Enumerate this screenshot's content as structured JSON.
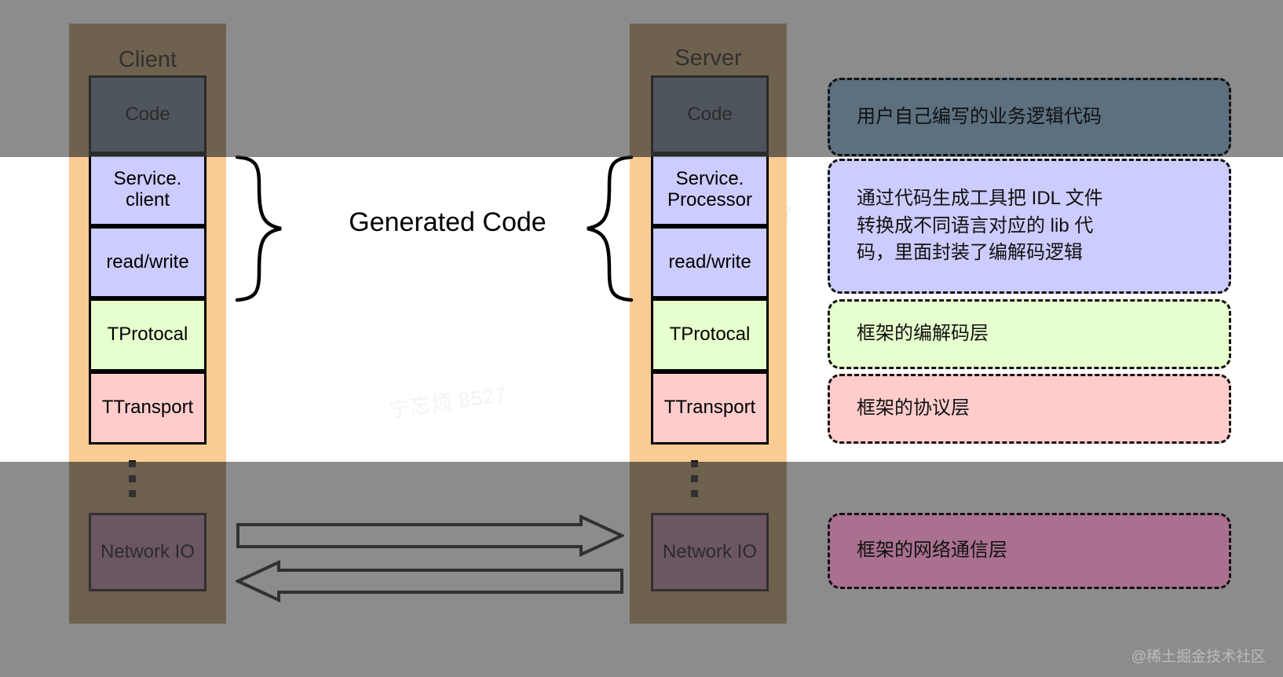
{
  "diagram": {
    "title": "Thrift Client / Server layered architecture",
    "middle_label": "Generated Code",
    "watermark": "@稀土掘金技术社区",
    "faint_watermarks": [
      "宁忘烦 8527",
      "宁忘烦 8527",
      "宁忘烦 8527",
      "宁忘烦 8527",
      "宁忘烦 8527",
      "宁忘烦 8527"
    ],
    "vertical_ellipsis": "⋮"
  },
  "colors": {
    "host_fill": "#b08f5e",
    "host_strip": "#fbcb94",
    "code": "#5c7080",
    "generated": "#ccccff",
    "protocol": "#e6ffcc",
    "transport": "#ffcccc",
    "network": "#a9718f",
    "stroke": "#000000"
  },
  "columns": [
    {
      "id": "client",
      "title": "Client",
      "layers": [
        {
          "name": "code",
          "label": "Code",
          "label2": "",
          "color_key": "code"
        },
        {
          "name": "service",
          "label": "Service.",
          "label2": "client",
          "color_key": "generated"
        },
        {
          "name": "readwrite",
          "label": "read/write",
          "label2": "",
          "color_key": "generated"
        },
        {
          "name": "protocol",
          "label": "TProtocal",
          "label2": "",
          "color_key": "protocol"
        },
        {
          "name": "transport",
          "label": "TTransport",
          "label2": "",
          "color_key": "transport"
        },
        {
          "name": "network",
          "label": "Network IO",
          "label2": "",
          "color_key": "network"
        }
      ]
    },
    {
      "id": "server",
      "title": "Server",
      "layers": [
        {
          "name": "code",
          "label": "Code",
          "label2": "",
          "color_key": "code"
        },
        {
          "name": "service",
          "label": "Service.",
          "label2": "Processor",
          "color_key": "generated"
        },
        {
          "name": "readwrite",
          "label": "read/write",
          "label2": "",
          "color_key": "generated"
        },
        {
          "name": "protocol",
          "label": "TProtocal",
          "label2": "",
          "color_key": "protocol"
        },
        {
          "name": "transport",
          "label": "TTransport",
          "label2": "",
          "color_key": "transport"
        },
        {
          "name": "network",
          "label": "Network IO",
          "label2": "",
          "color_key": "network"
        }
      ]
    }
  ],
  "arrows": [
    {
      "name": "request-arrow",
      "direction": "right",
      "label": ""
    },
    {
      "name": "response-arrow",
      "direction": "left",
      "label": ""
    }
  ],
  "notes": [
    {
      "name": "note-code",
      "target": "Code",
      "lines": [
        "用户自己编写的业务逻辑代码"
      ],
      "color_key": "code"
    },
    {
      "name": "note-generated-code",
      "target": "Service.client / read/write",
      "lines": [
        "通过代码生成工具把 IDL 文件",
        "转换成不同语言对应的 lib 代",
        "码，里面封装了编解码逻辑"
      ],
      "color_key": "generated"
    },
    {
      "name": "note-protocol",
      "target": "TProtocal",
      "lines": [
        "框架的编解码层"
      ],
      "color_key": "protocol"
    },
    {
      "name": "note-transport",
      "target": "TTransport",
      "lines": [
        "框架的协议层"
      ],
      "color_key": "transport"
    },
    {
      "name": "note-network",
      "target": "Network IO",
      "lines": [
        "框架的网络通信层"
      ],
      "color_key": "network"
    }
  ]
}
